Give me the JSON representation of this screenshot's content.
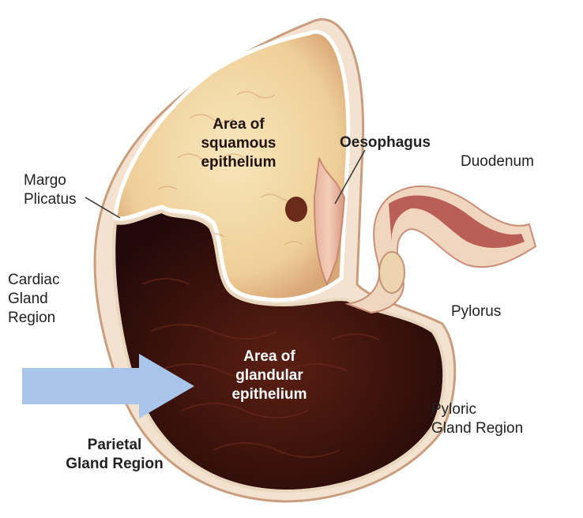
{
  "labels": {
    "squamous": [
      "Area of",
      "squamous",
      "epithelium"
    ],
    "oesophagus": "Oesophagus",
    "duodenum": "Duodenum",
    "margo": [
      "Margo",
      "Plicatus"
    ],
    "cardiac": [
      "Cardiac",
      "Gland",
      "Region"
    ],
    "pylorus": "Pylorus",
    "glandular": [
      "Area of",
      "glandular",
      "epithelium"
    ],
    "pyloric": [
      "Pyloric",
      "Gland Region"
    ],
    "parietal": [
      "Parietal",
      "Gland Region"
    ]
  },
  "colors": {
    "squamous_fill": "#f4dca8",
    "glandular_fill": "#3a120b",
    "arrow": "#a9c6ea",
    "wall": "#f0dcc6",
    "oesophagus": "#e7b39a",
    "duodenum_inner": "#b3524a"
  }
}
